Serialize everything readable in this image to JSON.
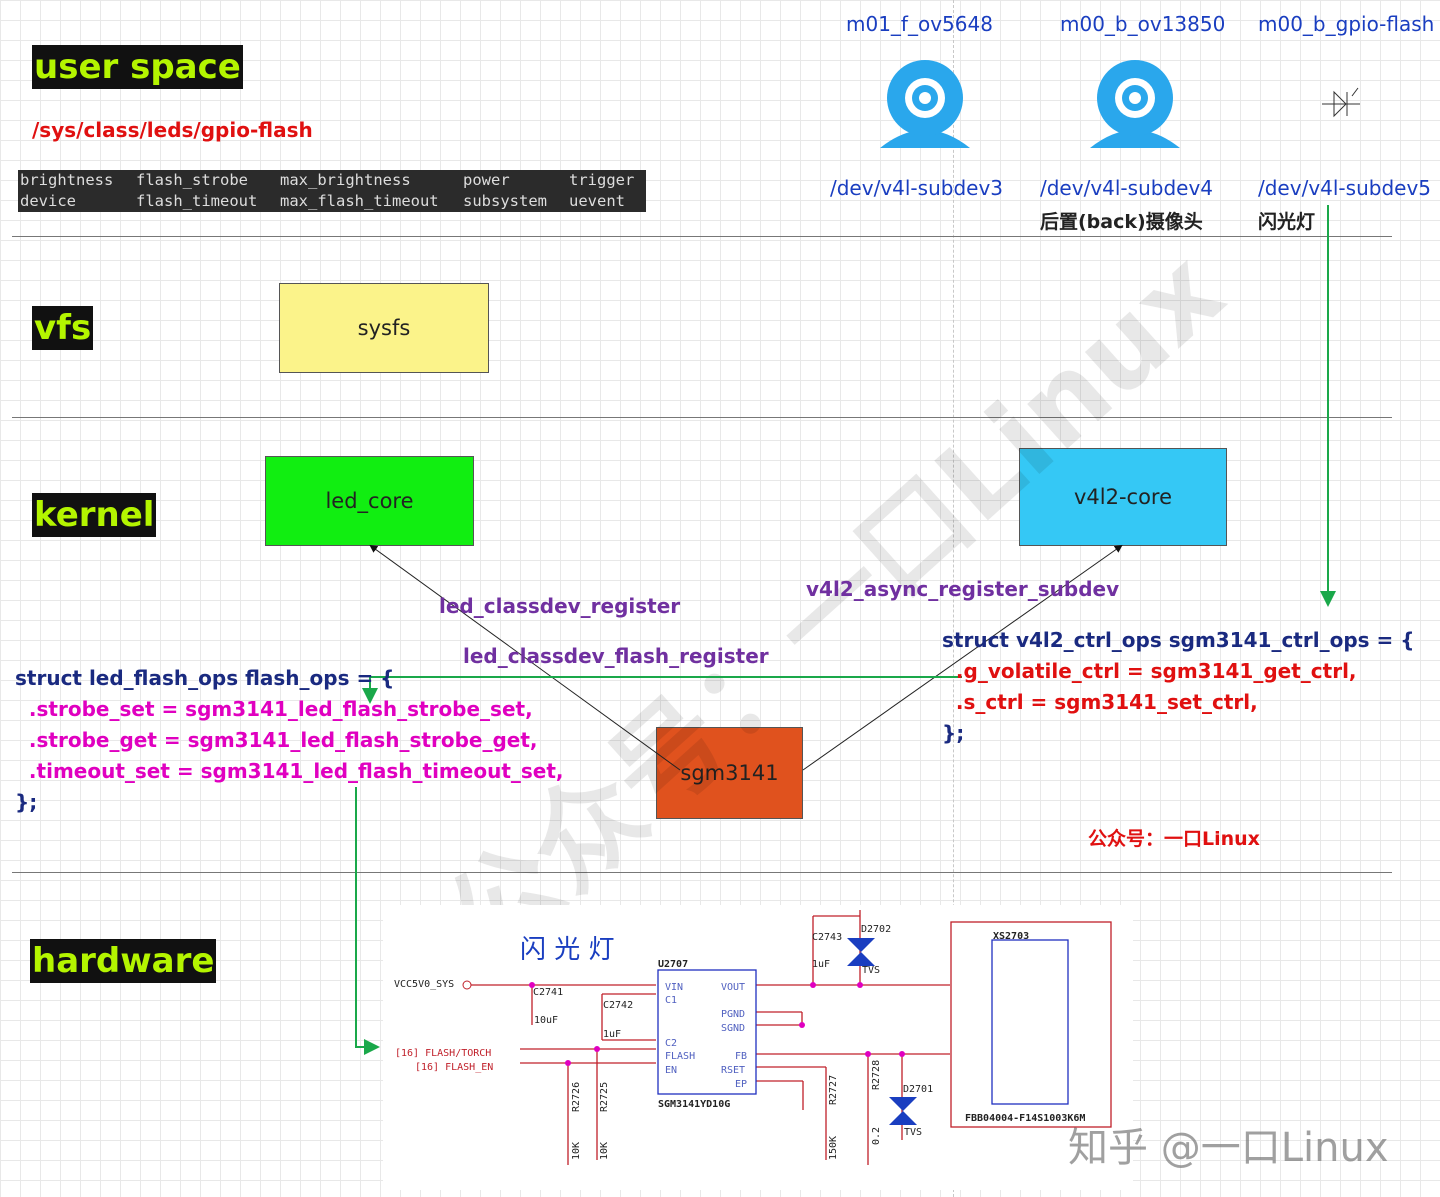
{
  "layers": {
    "user_space": "user space",
    "vfs": "vfs",
    "kernel": "kernel",
    "hardware": "hardware"
  },
  "sysfs_path": "/sys/class/leds/gpio-flash",
  "terminal": {
    "row1": [
      "brightness",
      "flash_strobe",
      "max_brightness",
      "power",
      "trigger"
    ],
    "row2": [
      "device",
      "flash_timeout",
      "max_flash_timeout",
      "subsystem",
      "uevent"
    ]
  },
  "devices": [
    {
      "name": "m01_f_ov5648",
      "node": "/dev/v4l-subdev3",
      "icon": "webcam-icon"
    },
    {
      "name": "m00_b_ov13850",
      "node": "/dev/v4l-subdev4",
      "desc": "后置(back)摄像头",
      "icon": "webcam-icon"
    },
    {
      "name": "m00_b_gpio-flash",
      "node": "/dev/v4l-subdev5",
      "desc": "闪光灯",
      "icon": "flash-diode-icon"
    }
  ],
  "boxes": {
    "sysfs": "sysfs",
    "led_core": "led_core",
    "v4l2_core": "v4l2-core",
    "sgm3141": "sgm3141"
  },
  "colors": {
    "sysfs": "#fbf38a",
    "led_core": "#11ee11",
    "v4l2_core": "#35c8f5",
    "sgm3141": "#e0521e",
    "arrow_green": "#1aa84a"
  },
  "calls": {
    "led_classdev_register": "led_classdev_register",
    "led_classdev_flash_register": "led_classdev_flash_register",
    "v4l2_async_register_subdev": "v4l2_async_register_subdev"
  },
  "led_ops": {
    "head": "struct led_flash_ops flash_ops = {",
    "l1": "  .strobe_set = sgm3141_led_flash_strobe_set,",
    "l2": "  .strobe_get = sgm3141_led_flash_strobe_get,",
    "l3": "  .timeout_set = sgm3141_led_flash_timeout_set,",
    "tail": "};"
  },
  "ctrl_ops": {
    "head": "struct v4l2_ctrl_ops sgm3141_ctrl_ops = {",
    "l1": "  .g_volatile_ctrl = sgm3141_get_ctrl,",
    "l2": "  .s_ctrl = sgm3141_set_ctrl,",
    "tail": "};"
  },
  "credit": "公众号：一口Linux",
  "watermark": "公众号：一口Linux",
  "zhihu": "知乎 @一口Linux",
  "schematic": {
    "title": "闪 光 灯",
    "vcc": "VCC5V0_SYS",
    "chip": "U2707",
    "part": "SGM3141YD10G",
    "pins_l": [
      "VIN",
      "C1",
      "C2",
      "FLASH",
      "EN"
    ],
    "pins_r": [
      "VOUT",
      "PGND",
      "SGND",
      "FB",
      "RSET",
      "EP"
    ],
    "c2741": "C2741",
    "c2741v": "10uF",
    "c2742": "C2742",
    "c2742v": "1uF",
    "c2743": "C2743",
    "c2743v": "1uF",
    "d2702": "D2702",
    "d2701": "D2701",
    "tvs": "TVS",
    "r2726": "R2726",
    "r2725": "R2725",
    "r2727": "R2727",
    "r2728": "R2728",
    "r10k": "10K",
    "r150k": "150K",
    "r02": "0.2",
    "sig1": "[16]  FLASH/TORCH",
    "sig2": "[16]  FLASH_EN",
    "conn": "XS2703",
    "conn_part": "FBB04004-F14S1003K6M"
  }
}
